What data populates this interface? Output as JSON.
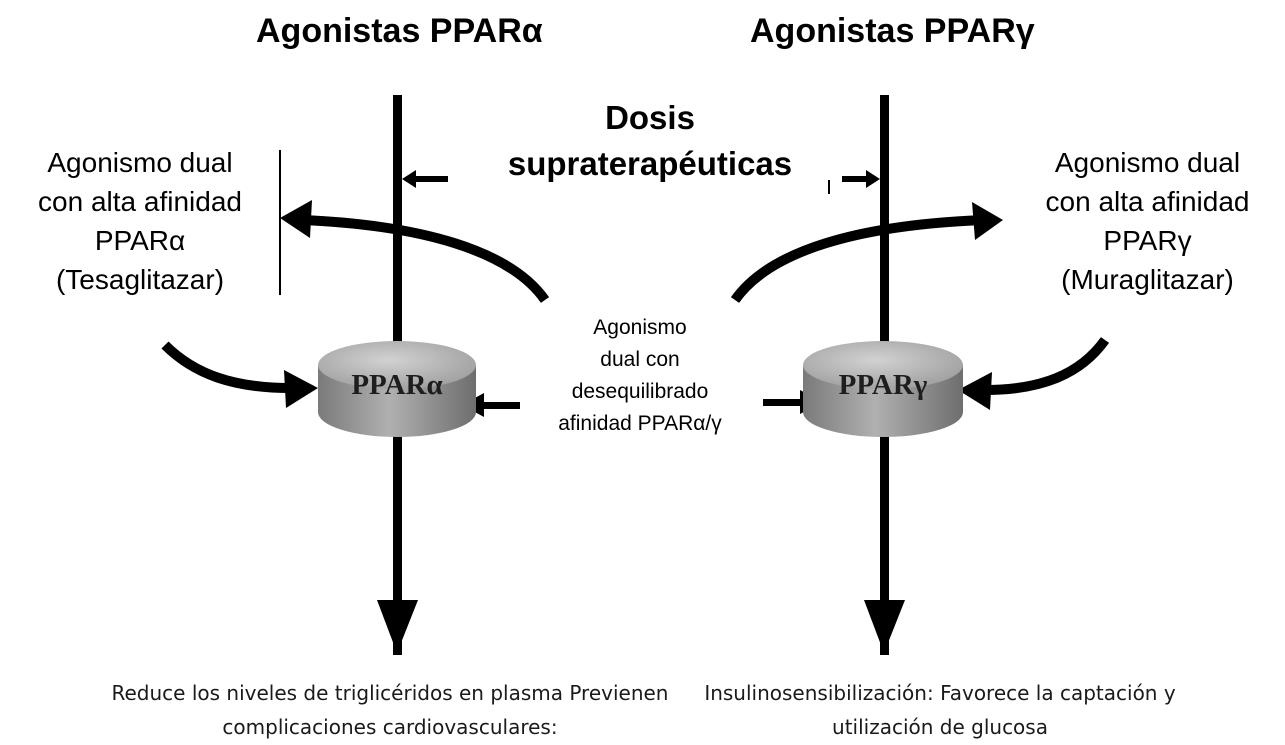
{
  "titles": {
    "alpha": "Agonistas PPARα",
    "gamma": "Agonistas PPARγ"
  },
  "dose": {
    "line1": "Dosis",
    "line2": "supraterapéuticas"
  },
  "left_agonist": {
    "line1": "Agonismo dual",
    "line2": "con alta afinidad",
    "line3": "PPARα",
    "line4": "(Tesaglitazar)"
  },
  "right_agonist": {
    "line1": "Agonismo dual",
    "line2": "con alta afinidad",
    "line3": "PPARγ",
    "line4": "(Muraglitazar)"
  },
  "center_agonist": {
    "line1": "Agonismo",
    "line2": "dual con",
    "line3": "desequilibrado",
    "line4": "afinidad PPARα/γ"
  },
  "receptors": {
    "alpha": "PPARα",
    "gamma": "PPARγ"
  },
  "effects": {
    "alpha_line1": "Reduce los niveles de triglicéridos en plasma Previenen",
    "alpha_line2": "complicaciones cardiovasculares:",
    "gamma_line1": "Insulinosensibilización: Favorece la captación y",
    "gamma_line2": "utilización de glucosa"
  },
  "colors": {
    "arrow": "#000000",
    "receptor_top": "#b4b4b4",
    "receptor_side": "#8c8c8c"
  }
}
